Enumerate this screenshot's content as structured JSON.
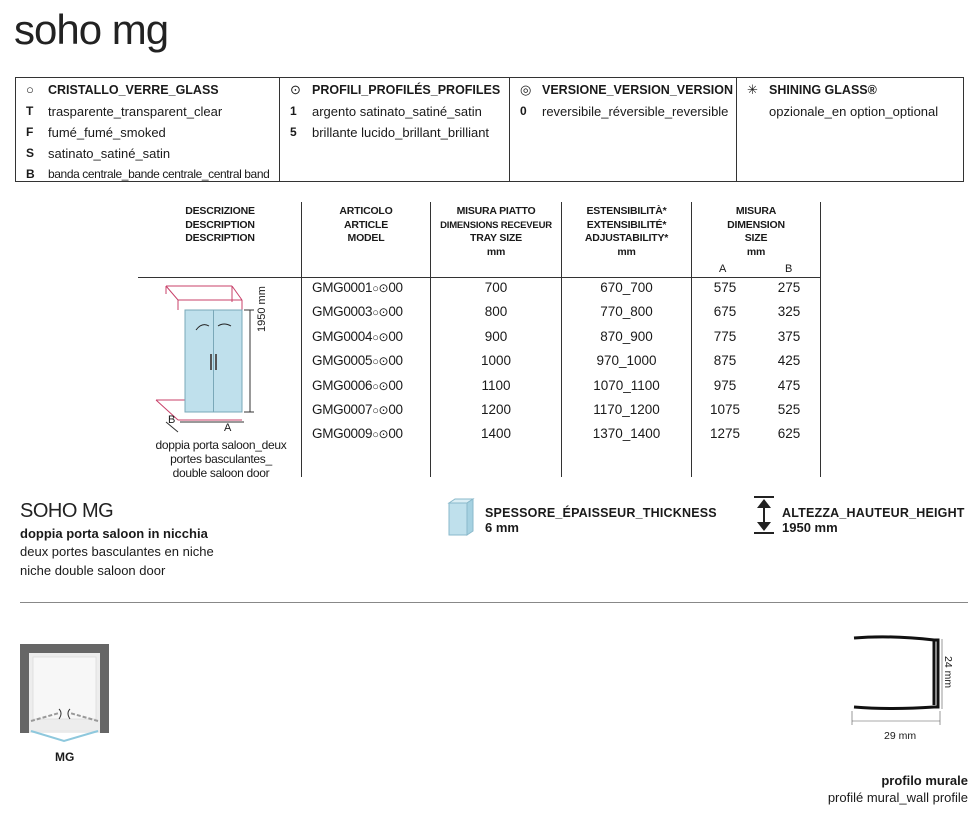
{
  "title": "soho mg",
  "legend": {
    "glass": {
      "header": "CRISTALLO_VERRE_GLASS",
      "items": [
        {
          "code": "T",
          "label": "trasparente_transparent_clear"
        },
        {
          "code": "F",
          "label": "fumé_fumé_smoked"
        },
        {
          "code": "S",
          "label": "satinato_satiné_satin"
        },
        {
          "code": "B",
          "label": "banda centrale_bande centrale_central band"
        }
      ]
    },
    "profiles": {
      "header": "PROFILI_PROFILÉS_PROFILES",
      "items": [
        {
          "code": "1",
          "label": "argento satinato_satiné_satin"
        },
        {
          "code": "5",
          "label": "brillante lucido_brillant_brilliant"
        }
      ]
    },
    "version": {
      "header": "VERSIONE_VERSION_VERSION",
      "items": [
        {
          "code": "0",
          "label": "reversibile_réversible_reversible"
        }
      ]
    },
    "shining": {
      "header": "SHINING GLASS®",
      "items": [
        {
          "code": "",
          "label": "opzionale_en option_optional"
        }
      ]
    }
  },
  "table": {
    "headers": {
      "description": [
        "DESCRIZIONE",
        "DESCRIPTION",
        "DESCRIPTION"
      ],
      "article": [
        "ARTICOLO",
        "ARTICLE",
        "MODEL"
      ],
      "tray": [
        "MISURA PIATTO",
        "DIMENSIONS RECEVEUR",
        "TRAY SIZE",
        "mm"
      ],
      "adjust": [
        "ESTENSIBILITÀ*",
        "EXTENSIBILITÉ*",
        "ADJUSTABILITY*",
        "mm"
      ],
      "size": [
        "MISURA",
        "DIMENSION",
        "SIZE",
        "mm"
      ],
      "size_a": "A",
      "size_b": "B"
    },
    "rows": [
      {
        "article": "GMG0001",
        "tray": "700",
        "adjust": "670_700",
        "a": "575",
        "b": "275"
      },
      {
        "article": "GMG0003",
        "tray": "800",
        "adjust": "770_800",
        "a": "675",
        "b": "325"
      },
      {
        "article": "GMG0004",
        "tray": "900",
        "adjust": "870_900",
        "a": "775",
        "b": "375"
      },
      {
        "article": "GMG0005",
        "tray": "1000",
        "adjust": "970_1000",
        "a": "875",
        "b": "425"
      },
      {
        "article": "GMG0006",
        "tray": "1100",
        "adjust": "1070_1100",
        "a": "975",
        "b": "475"
      },
      {
        "article": "GMG0007",
        "tray": "1200",
        "adjust": "1170_1200",
        "a": "1075",
        "b": "525"
      },
      {
        "article": "GMG0009",
        "tray": "1400",
        "adjust": "1370_1400",
        "a": "1275",
        "b": "625"
      }
    ],
    "article_suffix": "00",
    "drawing": {
      "height_label": "1950 mm",
      "label_a": "A",
      "label_b": "B",
      "caption": [
        "doppia porta saloon_deux",
        "portes basculantes_",
        "double saloon door"
      ]
    }
  },
  "product": {
    "name": "SOHO MG",
    "desc": [
      "doppia porta saloon in nicchia",
      "deux portes basculantes en niche",
      "niche double saloon door"
    ]
  },
  "specs": {
    "thickness_label": "SPESSORE_ÉPAISSEUR_THICKNESS",
    "thickness_value": "6 mm",
    "height_label": "ALTEZZA_HAUTEUR_HEIGHT",
    "height_value": "1950 mm"
  },
  "plan": {
    "label": "MG"
  },
  "profile": {
    "dim_h": "24 mm",
    "dim_w": "29 mm",
    "caption1": "profilo murale",
    "caption2": "profilé mural_wall profile"
  },
  "colors": {
    "glass": "#bfe0ec",
    "frame": "#c8416a",
    "line": "#333333"
  }
}
